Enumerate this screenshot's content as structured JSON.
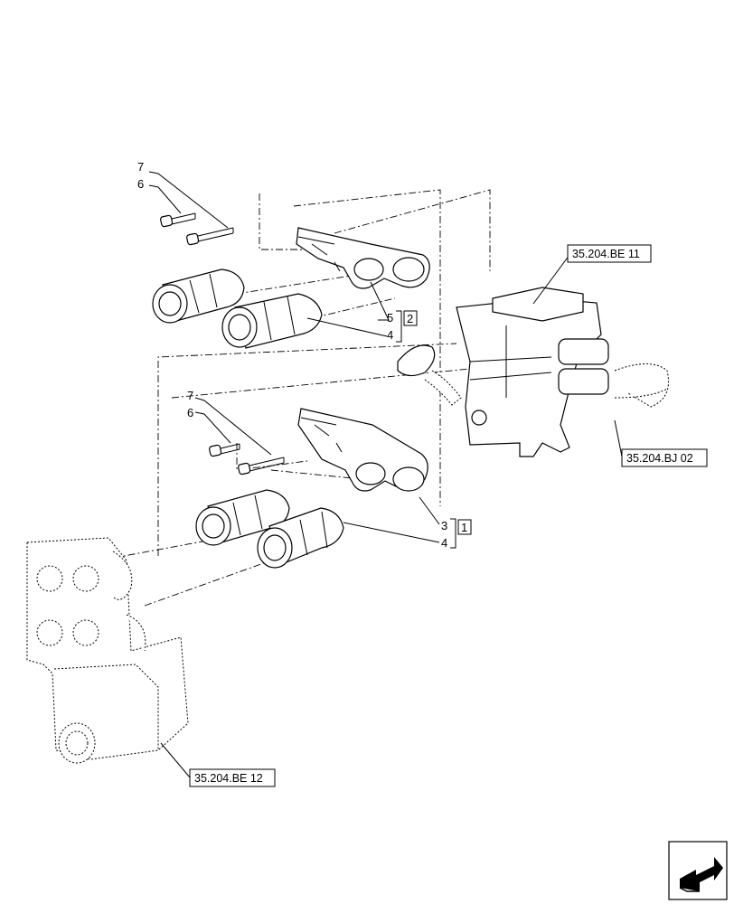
{
  "callouts": {
    "upper_bolt_long": "7",
    "upper_bolt_short": "6",
    "lower_bolt_long": "7",
    "lower_bolt_short": "6",
    "upper_group_a": "5",
    "upper_group_b": "4",
    "upper_group_tag": "2",
    "lower_group_a": "3",
    "lower_group_b": "4",
    "lower_group_tag": "1"
  },
  "references": {
    "valve_top": "35.204.BE 11",
    "valve_fitting": "35.204.BJ 02",
    "valve_bottom": "35.204.BE 12"
  },
  "nav": {
    "icon": "next-page-arrow-icon"
  }
}
